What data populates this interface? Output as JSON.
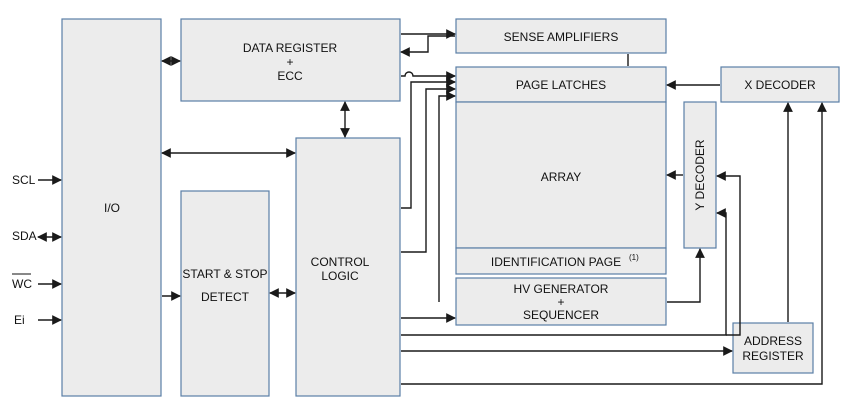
{
  "blocks": {
    "io": "I/O",
    "data_register_line1": "DATA REGISTER",
    "data_register_plus": "+",
    "data_register_line2": "ECC",
    "sense_amplifiers": "SENSE AMPLIFIERS",
    "page_latches": "PAGE LATCHES",
    "x_decoder": "X DECODER",
    "array": "ARRAY",
    "identification_page": "IDENTIFICATION PAGE",
    "identification_page_note": "(1)",
    "y_decoder": "Y DECODER",
    "start_stop_line1": "START & STOP",
    "start_stop_line2": "DETECT",
    "control_logic_line1": "CONTROL",
    "control_logic_line2": "LOGIC",
    "hv_generator_line1": "HV GENERATOR",
    "hv_generator_plus": "+",
    "hv_generator_line2": "SEQUENCER",
    "address_register_line1": "ADDRESS",
    "address_register_line2": "REGISTER"
  },
  "pins": {
    "scl": "SCL",
    "sda": "SDA",
    "wc": "WC",
    "ei": "Ei"
  },
  "colors": {
    "block_fill": "#ececec",
    "block_border": "#5b7fa6",
    "line": "#1a1a1a"
  }
}
